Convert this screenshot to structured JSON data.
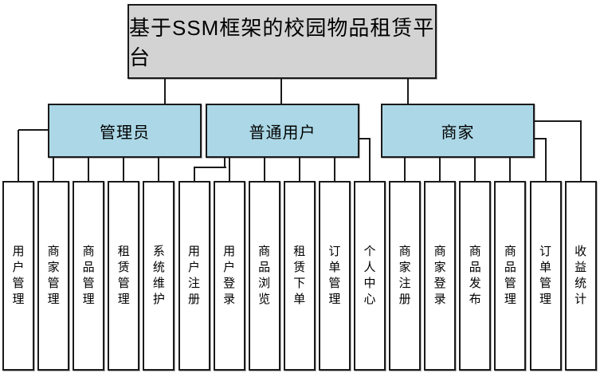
{
  "diagram": {
    "root": {
      "label": "基于SSM框架的校园物品租赁平台"
    },
    "groups": [
      {
        "label": "管理员",
        "children": [
          "用户管理",
          "商家管理",
          "商品管理",
          "租赁管理",
          "系统维护"
        ]
      },
      {
        "label": "普通用户",
        "children": [
          "用户注册",
          "用户登录",
          "商品浏览",
          "租赁下单",
          "订单管理",
          "个人中心"
        ]
      },
      {
        "label": "商家",
        "children": [
          "商家注册",
          "商家登录",
          "商品发布",
          "商品管理",
          "订单管理",
          "收益统计"
        ]
      }
    ],
    "colors": {
      "canvas_bg": "#ffffff",
      "root_fill": "#d3d3d3",
      "group_fill": "#abd7e6",
      "leaf_fill": "#ffffff",
      "border": "#1a1a1a",
      "line": "#1a1a1a"
    }
  }
}
